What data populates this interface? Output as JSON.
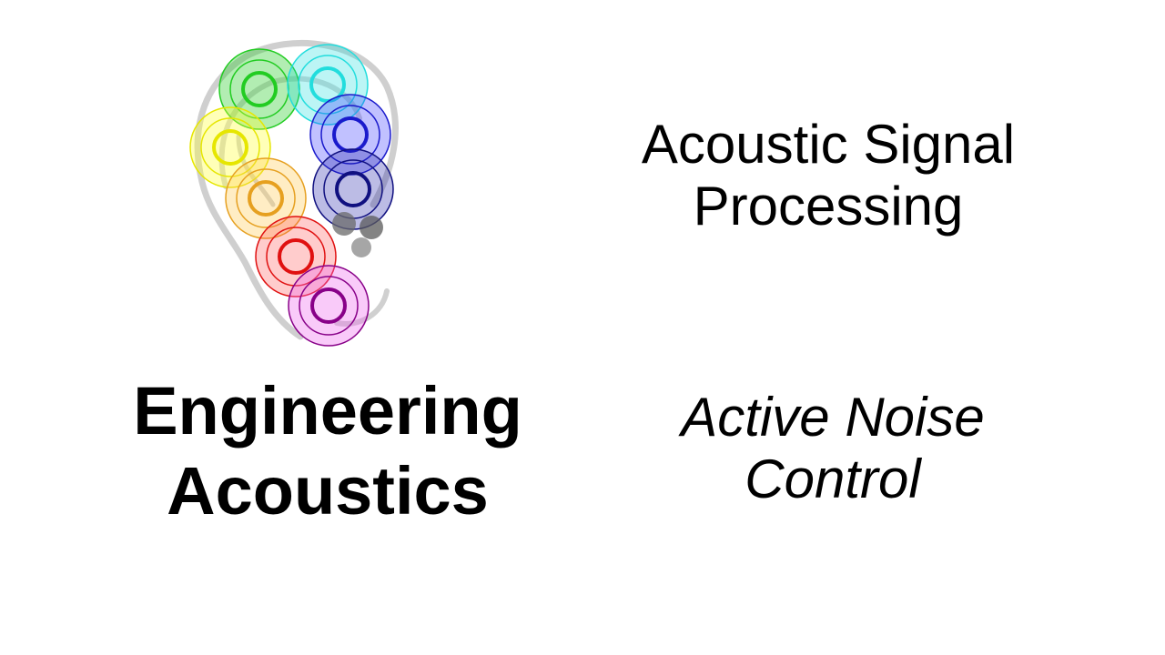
{
  "brand": {
    "line1": "Engineering",
    "line2": "Acoustics",
    "logo_icon": "ear-color-rings-logo-icon"
  },
  "course": {
    "line1": "Acoustic Signal",
    "line2": "Processing"
  },
  "topic": {
    "line1": "Active Noise",
    "line2": "Control"
  },
  "colors": {
    "background": "#ffffff",
    "text": "#000000",
    "ring_green": "#22cc22",
    "ring_cyan": "#22dddd",
    "ring_blue": "#1a1acc",
    "ring_navy": "#101080",
    "ring_yellow": "#e6e600",
    "ring_orange": "#e6a020",
    "ring_red": "#e01010",
    "ring_purple": "#880088",
    "ear_outline": "#cfcfcf"
  }
}
